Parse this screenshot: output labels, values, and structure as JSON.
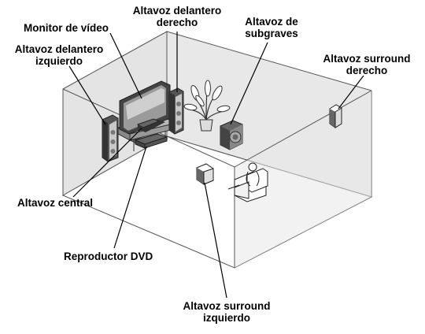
{
  "labels": {
    "monitor": "Monitor de vídeo",
    "front_right_1": "Altavoz delantero",
    "front_right_2": "derecho",
    "subwoofer_1": "Altavoz de",
    "subwoofer_2": "subgraves",
    "front_left_1": "Altavoz delantero",
    "front_left_2": "izquierdo",
    "surround_right_1": "Altavoz surround",
    "surround_right_2": "derecho",
    "center": "Altavoz central",
    "dvd": "Reproductor DVD",
    "surround_left_1": "Altavoz surround",
    "surround_left_2": "izquierdo"
  },
  "colors": {
    "wall": "#e4e4e4",
    "floor": "#ffffff",
    "outline": "#555555",
    "leader": "#000000"
  }
}
